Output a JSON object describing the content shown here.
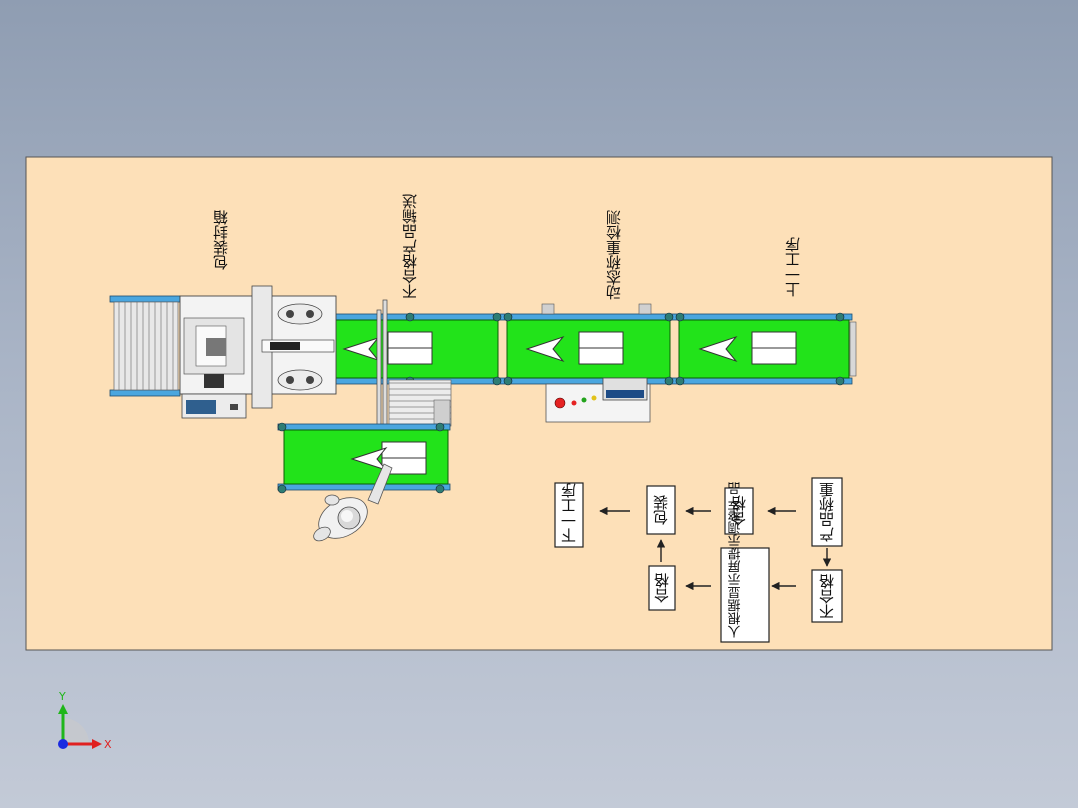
{
  "labels": {
    "previous_process": "上一工序",
    "dynamic_weighing": "动态称重检测",
    "reject_conveying": "不合格产品输送",
    "package_seal": "包装封箱"
  },
  "flow": {
    "weighing": "产品称重",
    "qualified_top": "合格",
    "packaging": "包装",
    "next_process": "下一工序",
    "unqualified": "不合格",
    "manual_adjust": "人根据显示屏提示调整产品",
    "qualified_bottom": "合格"
  },
  "axis": {
    "x": "X",
    "y": "Y"
  },
  "colors": {
    "sheet": "#fde0b8",
    "conveyor": "#22e31a",
    "rail": "#4aa6df",
    "background_top": "#8f9db2"
  }
}
